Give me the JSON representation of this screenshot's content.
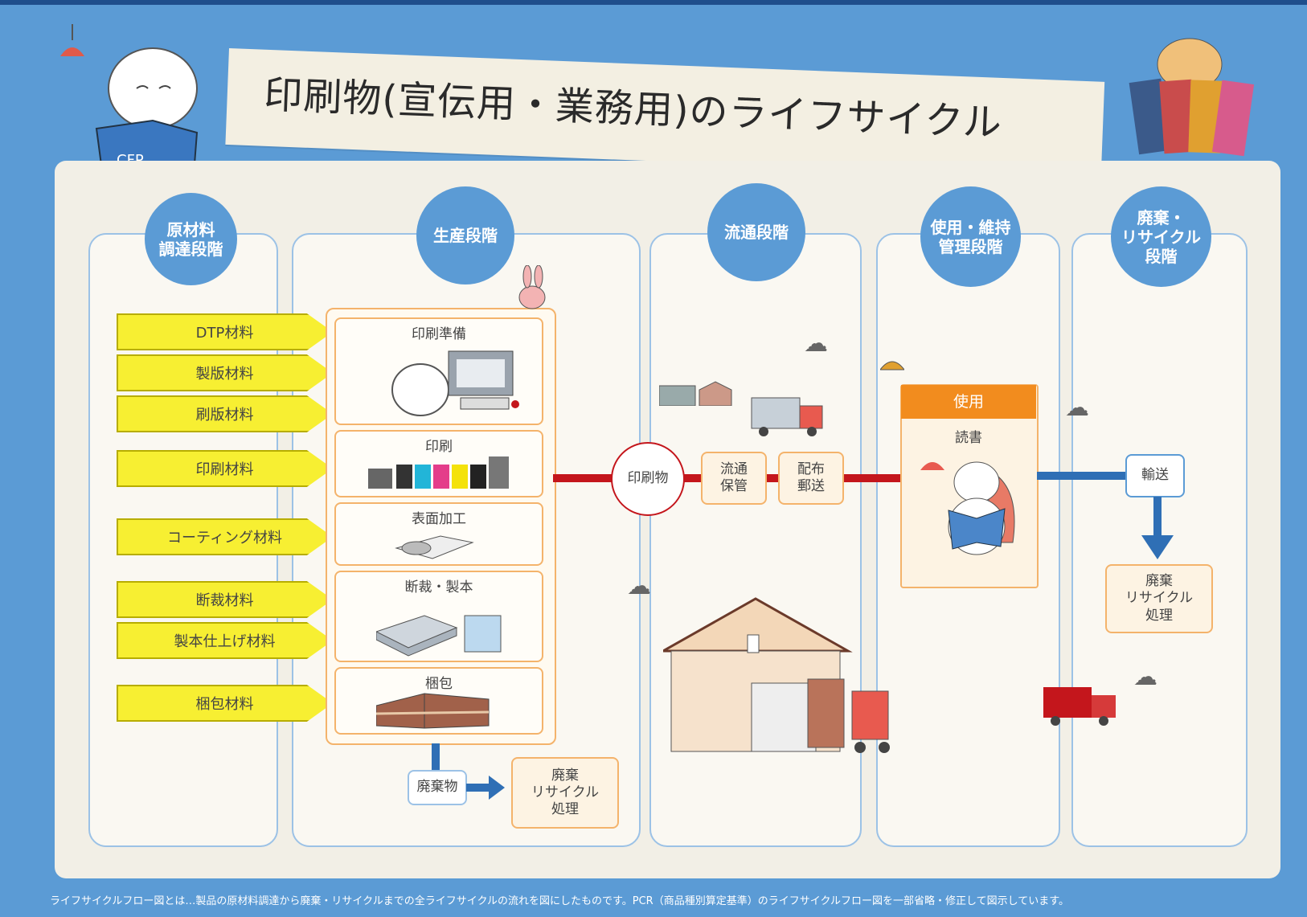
{
  "title": "印刷物(宣伝用・業務用)のライフサイクル",
  "stages": [
    {
      "id": "raw",
      "label": "原材料\n調達段階"
    },
    {
      "id": "prod",
      "label": "生産段階"
    },
    {
      "id": "dist",
      "label": "流通段階"
    },
    {
      "id": "use",
      "label": "使用・維持\n管理段階"
    },
    {
      "id": "disp",
      "label": "廃棄・\nリサイクル\n段階"
    }
  ],
  "materials": [
    "DTP材料",
    "製版材料",
    "刷版材料",
    "印刷材料",
    "コーティング材料",
    "断裁材料",
    "製本仕上げ材料",
    "梱包材料"
  ],
  "processes": [
    "印刷準備",
    "印刷",
    "表面加工",
    "断裁・製本",
    "梱包"
  ],
  "waste": {
    "label": "廃棄物",
    "treatment": "廃棄\nリサイクル\n処理"
  },
  "hub": "印刷物",
  "distribution": {
    "storage": "流通\n保管",
    "delivery": "配布\n郵送"
  },
  "use": {
    "header": "使用",
    "action": "読書"
  },
  "disposal": {
    "transport": "輸送",
    "treatment": "廃棄\nリサイクル\n処理"
  },
  "mascot_book_text": "CFP",
  "footer": "ライフサイクルフロー図とは…製品の原材料調達から廃棄・リサイクルまでの全ライフサイクルの流れを図にしたものです。PCR（商品種別算定基準）のライフサイクルフロー図を一部省略・修正して図示しています。",
  "colors": {
    "background": "#5b9bd5",
    "panel": "#f2efe6",
    "material_yellow": "#f7ef32",
    "flow_red": "#c4161c",
    "flow_blue": "#2f6fb5",
    "use_orange": "#f28c1e"
  }
}
